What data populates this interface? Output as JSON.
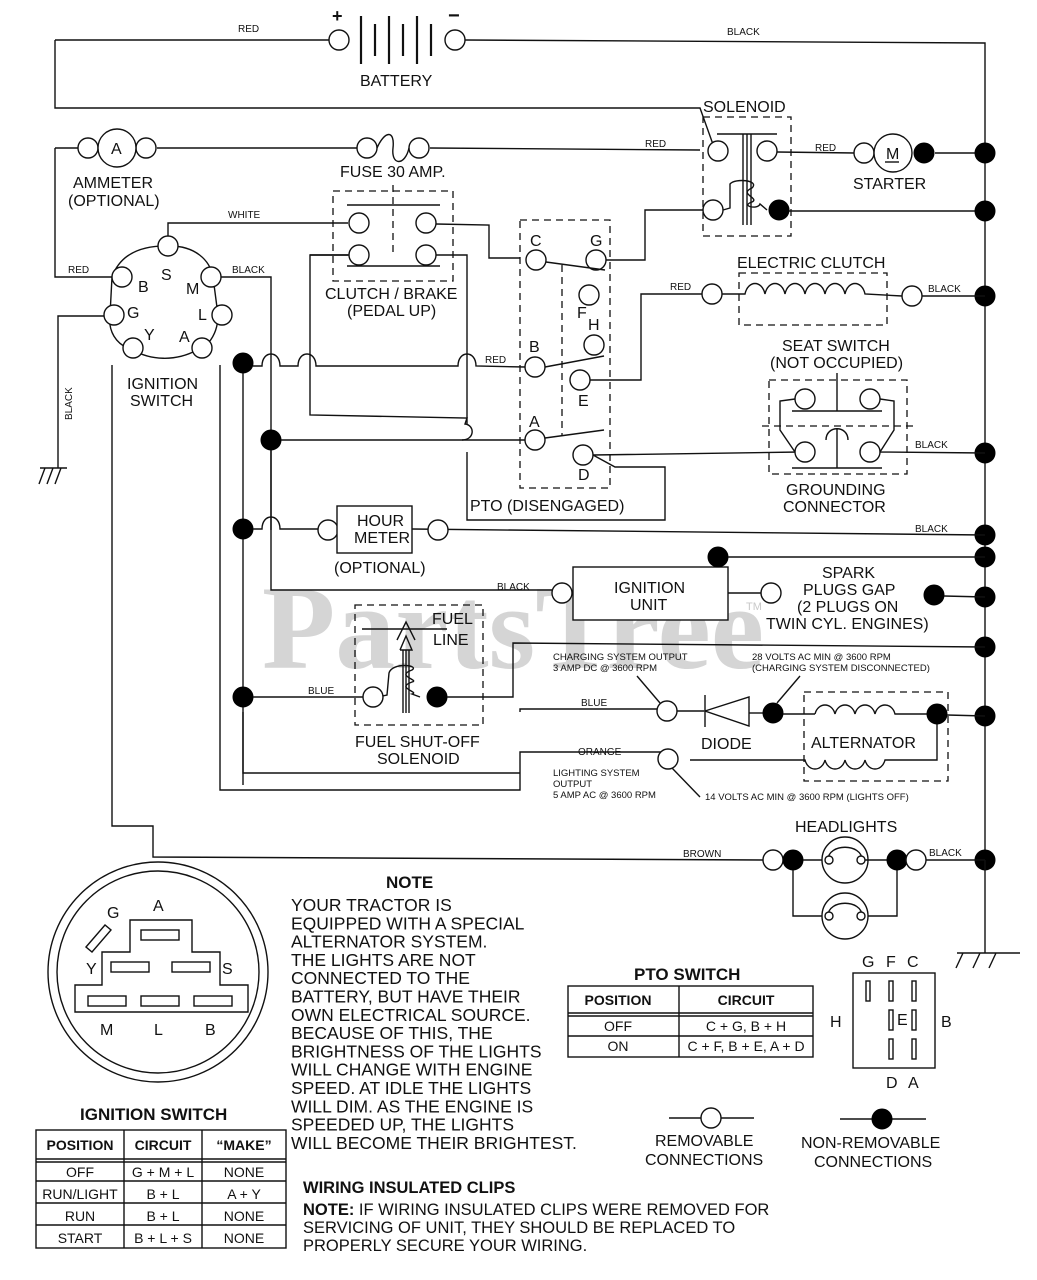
{
  "watermark": {
    "text": "PartsTree",
    "trademark": "TM"
  },
  "battery": {
    "label": "BATTERY",
    "plus": "+",
    "minus": "−",
    "wire_left": "RED",
    "wire_right": "BLACK"
  },
  "ammeter": {
    "symbol": "A",
    "label_line1": "AMMETER",
    "label_line2": "(OPTIONAL)"
  },
  "fuse": {
    "label": "FUSE 30 AMP."
  },
  "solenoid": {
    "label": "SOLENOID",
    "wire_in": "RED",
    "wire_out": "RED"
  },
  "starter": {
    "symbol": "M",
    "label": "STARTER"
  },
  "ignition_switch_diagram": {
    "label_line1": "IGNITION",
    "label_line2": "SWITCH",
    "terminals": [
      "S",
      "B",
      "M",
      "G",
      "L",
      "Y",
      "A"
    ],
    "wire_red": "RED",
    "wire_black": "BLACK",
    "wire_white": "WHITE",
    "ground_wire": "BLACK"
  },
  "clutch_brake": {
    "label_line1": "CLUTCH / BRAKE",
    "label_line2": "(PEDAL UP)"
  },
  "pto": {
    "label": "PTO (DISENGAGED)",
    "terminals": [
      "C",
      "G",
      "F",
      "H",
      "B",
      "E",
      "A",
      "D"
    ],
    "wire_b": "RED"
  },
  "electric_clutch": {
    "label": "ELECTRIC CLUTCH",
    "wire_in": "RED",
    "wire_out": "BLACK"
  },
  "seat_switch": {
    "label_line1": "SEAT SWITCH",
    "label_line2": "(NOT OCCUPIED)",
    "sub_line1": "GROUNDING",
    "sub_line2": "CONNECTOR",
    "wire_out": "BLACK"
  },
  "hour_meter": {
    "label_line1": "HOUR",
    "label_line2": "METER",
    "optional": "(OPTIONAL)",
    "wire_out": "BLACK"
  },
  "ignition_unit": {
    "label_line1": "IGNITION",
    "label_line2": "UNIT",
    "wire_in": "BLACK"
  },
  "spark_plugs": {
    "line1": "SPARK",
    "line2": "PLUGS GAP",
    "line3": "(2 PLUGS ON",
    "line4": "TWIN CYL. ENGINES)"
  },
  "fuel_solenoid": {
    "fuel_line1": "FUEL",
    "fuel_line2": "LINE",
    "label_line1": "FUEL SHUT-OFF",
    "label_line2": "SOLENOID",
    "wire_in": "BLUE"
  },
  "charging": {
    "output_line1": "CHARGING SYSTEM OUTPUT",
    "output_line2": "3 AMP DC @ 3600 RPM",
    "volts_line1": "28 VOLTS AC MIN  @ 3600 RPM",
    "volts_line2": "(CHARGING SYSTEM DISCONNECTED)",
    "wire_blue": "BLUE",
    "wire_orange": "ORANGE",
    "lighting_line1": "LIGHTING SYSTEM",
    "lighting_line2": "OUTPUT",
    "lighting_line3": "5 AMP AC @ 3600 RPM",
    "lights_off": "14 VOLTS AC MIN  @ 3600 RPM (LIGHTS OFF)"
  },
  "diode": {
    "label": "DIODE"
  },
  "alternator": {
    "label": "ALTERNATOR"
  },
  "headlights": {
    "label": "HEADLIGHTS",
    "wire_in": "BROWN",
    "wire_out": "BLACK"
  },
  "note": {
    "title": "NOTE",
    "lines": [
      "YOUR TRACTOR IS",
      "EQUIPPED WITH A SPECIAL",
      "ALTERNATOR SYSTEM.",
      "THE LIGHTS ARE NOT",
      "CONNECTED TO THE",
      "BATTERY, BUT HAVE THEIR",
      "OWN ELECTRICAL SOURCE.",
      "BECAUSE OF THIS, THE",
      "BRIGHTNESS OF THE LIGHTS",
      "WILL CHANGE WITH ENGINE",
      "SPEED.  AT IDLE THE LIGHTS",
      "WILL DIM.  AS THE ENGINE IS",
      "SPEEDED UP, THE LIGHTS",
      "WILL BECOME THEIR BRIGHTEST."
    ]
  },
  "ignition_switch_face": {
    "labels": {
      "G": "G",
      "A": "A",
      "Y": "Y",
      "S": "S",
      "M": "M",
      "L": "L",
      "B": "B"
    }
  },
  "ignition_table": {
    "title": "IGNITION SWITCH",
    "headers": [
      "POSITION",
      "CIRCUIT",
      "“MAKE”"
    ],
    "rows": [
      [
        "OFF",
        "G + M + L",
        "NONE"
      ],
      [
        "RUN/LIGHT",
        "B + L",
        "A + Y"
      ],
      [
        "RUN",
        "B + L",
        "NONE"
      ],
      [
        "START",
        "B + L + S",
        "NONE"
      ]
    ]
  },
  "pto_table": {
    "title": "PTO SWITCH",
    "headers": [
      "POSITION",
      "CIRCUIT"
    ],
    "rows": [
      [
        "OFF",
        "C + G, B + H"
      ],
      [
        "ON",
        "C + F, B + E, A + D"
      ]
    ]
  },
  "pto_face": {
    "top": [
      "G",
      "F",
      "C"
    ],
    "left": "H",
    "center": "E",
    "right": "B",
    "bottom": [
      "D",
      "A"
    ]
  },
  "legend": {
    "removable_line1": "REMOVABLE",
    "removable_line2": "CONNECTIONS",
    "nonremovable_line1": "NON-REMOVABLE",
    "nonremovable_line2": "CONNECTIONS"
  },
  "clips_note": {
    "title": "WIRING INSULATED CLIPS",
    "prefix": "NOTE:",
    "line1": " IF WIRING INSULATED CLIPS WERE REMOVED FOR",
    "line2": "SERVICING OF UNIT, THEY SHOULD BE REPLACED TO",
    "line3": "PROPERLY SECURE YOUR WIRING."
  }
}
